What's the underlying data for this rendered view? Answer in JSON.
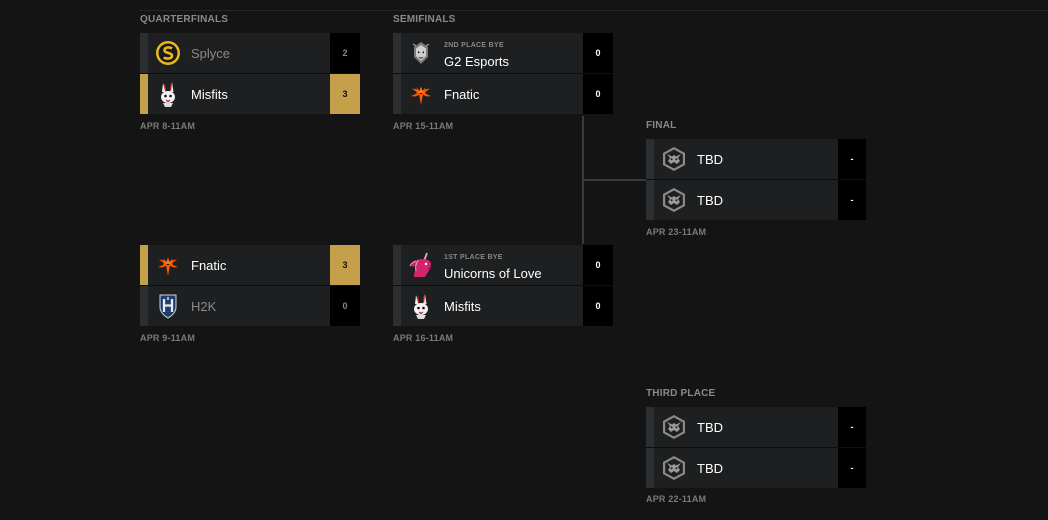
{
  "stages": {
    "quarterfinals": "QUARTERFINALS",
    "semifinals": "SEMIFINALS",
    "final": "FINAL",
    "third_place": "THIRD PLACE"
  },
  "matches": {
    "qf1": {
      "date": "APR 8-11AM",
      "teams": [
        {
          "name": "Splyce",
          "score": "2",
          "result": "lose",
          "logo": "splyce-logo-icon"
        },
        {
          "name": "Misfits",
          "score": "3",
          "result": "win",
          "logo": "misfits-logo-icon"
        }
      ]
    },
    "qf2": {
      "date": "APR 9-11AM",
      "teams": [
        {
          "name": "Fnatic",
          "score": "3",
          "result": "win",
          "logo": "fnatic-logo-icon"
        },
        {
          "name": "H2K",
          "score": "0",
          "result": "lose",
          "logo": "h2k-logo-icon"
        }
      ]
    },
    "sf1": {
      "date": "APR 15-11AM",
      "teams": [
        {
          "name": "G2 Esports",
          "bye": "2ND PLACE BYE",
          "score": "0",
          "logo": "g2-logo-icon"
        },
        {
          "name": "Fnatic",
          "score": "0",
          "logo": "fnatic-logo-icon"
        }
      ]
    },
    "sf2": {
      "date": "APR 16-11AM",
      "teams": [
        {
          "name": "Unicorns of Love",
          "bye": "1ST PLACE BYE",
          "score": "0",
          "logo": "unicorns-logo-icon"
        },
        {
          "name": "Misfits",
          "score": "0",
          "logo": "misfits-logo-icon"
        }
      ]
    },
    "final": {
      "date": "APR 23-11AM",
      "teams": [
        {
          "name": "TBD",
          "score": "-",
          "logo": "tbd-logo-icon"
        },
        {
          "name": "TBD",
          "score": "-",
          "logo": "tbd-logo-icon"
        }
      ]
    },
    "third": {
      "date": "APR 22-11AM",
      "teams": [
        {
          "name": "TBD",
          "score": "-",
          "logo": "tbd-logo-icon"
        },
        {
          "name": "TBD",
          "score": "-",
          "logo": "tbd-logo-icon"
        }
      ]
    }
  },
  "colors": {
    "winner_gold": "#c4a04b",
    "background": "#141414",
    "row": "#1d1f21"
  }
}
